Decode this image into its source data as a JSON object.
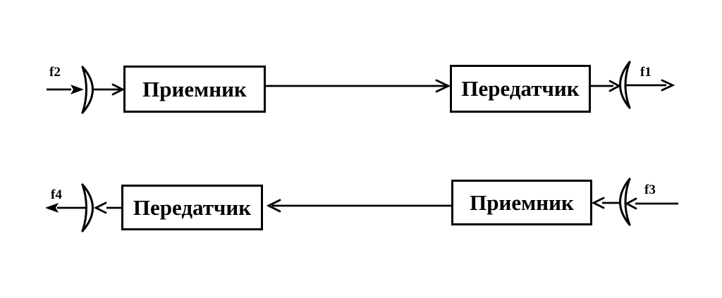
{
  "colors": {
    "background": "#ffffff",
    "line": "#000000",
    "text": "#000000"
  },
  "icons": {
    "antenna": "antenna-icon"
  },
  "top_row": {
    "input_label": "f2",
    "receiver_box": "Приемник",
    "transmitter_box": "Передатчик",
    "output_label": "f1"
  },
  "bottom_row": {
    "input_label": "f3",
    "receiver_box": "Приемник",
    "transmitter_box": "Передатчик",
    "output_label": "f4"
  }
}
